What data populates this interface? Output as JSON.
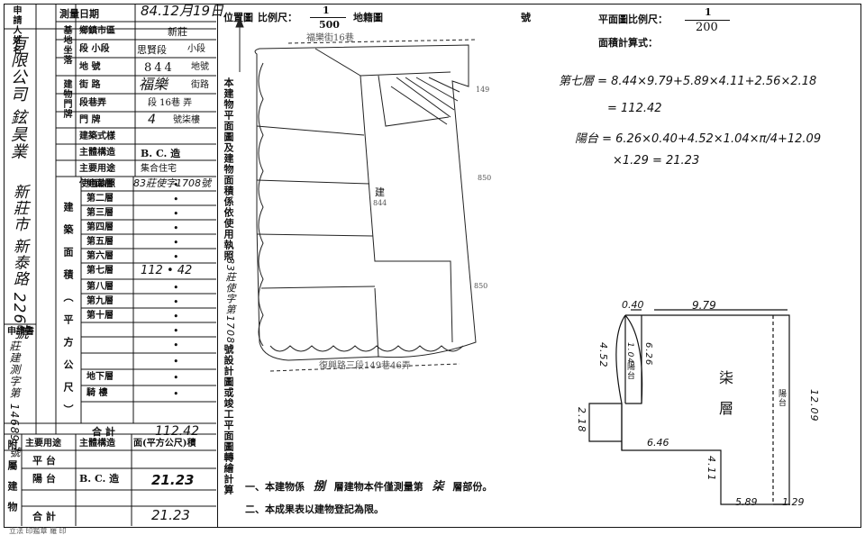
{
  "header": {
    "applicant_label": "申請人姓名",
    "survey_date_label": "測量日期",
    "survey_date_value": "84.12月19日",
    "location_map_label": "位置圖",
    "scale_label": "比例尺：",
    "scale_num": "1",
    "scale_den": "500",
    "cadastral_label": "地籍圖",
    "number_label": "號",
    "floor_plan_scale_label": "平面圖比例尺：",
    "floor_plan_scale_num": "1",
    "floor_plan_scale_den": "200",
    "area_calc_label": "面積計算式："
  },
  "applicant": {
    "name": "有限公司 鉉昊業",
    "address": "新莊市 新泰路 226號"
  },
  "base_location": {
    "group_label": "基地坐落",
    "township_label": "鄉鎮市區",
    "township_value": "新莊",
    "section_label": "段 小段",
    "section_value": "思賢段",
    "subsection_label": "小段",
    "parcel_label": "地 號",
    "parcel_value": "844",
    "parcel_suffix": "地號"
  },
  "building_door": {
    "group_label": "建物門牌",
    "street_label": "街 路",
    "street_value": "福樂",
    "street_suffix": "街路",
    "lane_label": "段巷弄",
    "lane_value": "段 16巷 弄",
    "number_label": "門 牌",
    "number_value": "4",
    "number_suffix": "號柒樓"
  },
  "building_info": {
    "style_label": "建築式樣",
    "structure_label": "主體構造",
    "structure_value": "B. C. 造",
    "use_label": "主要用途",
    "use_value": "集合住宅",
    "license_label": "使用執照",
    "license_value": "83莊使字1708號"
  },
  "floor_area": {
    "group_label": "建築面積（平方公尺）",
    "floors": [
      {
        "label": "地面層",
        "value": "•"
      },
      {
        "label": "第二層",
        "value": "•"
      },
      {
        "label": "第三層",
        "value": "•"
      },
      {
        "label": "第四層",
        "value": "•"
      },
      {
        "label": "第五層",
        "value": "•"
      },
      {
        "label": "第六層",
        "value": "•"
      },
      {
        "label": "第七層",
        "value": "112 • 42"
      },
      {
        "label": "第八層",
        "value": "•"
      },
      {
        "label": "第九層",
        "value": "•"
      },
      {
        "label": "第十層",
        "value": "•"
      },
      {
        "label": "",
        "value": "•"
      },
      {
        "label": "",
        "value": "•"
      },
      {
        "label": "",
        "value": "•"
      },
      {
        "label": "地下層",
        "value": "•"
      },
      {
        "label": "騎 樓",
        "value": "•"
      }
    ],
    "total_label": "合 計",
    "total_value": "112.42"
  },
  "application": {
    "label": "申請書",
    "number": "莊建測字第 14689 號"
  },
  "annex": {
    "group_label": "附屬建物",
    "use_header": "主要用途",
    "structure_header": "主體構造",
    "area_header": "面(平方公尺)積",
    "rows": [
      {
        "use": "平 台",
        "structure": "",
        "area": ""
      },
      {
        "use": "陽 台",
        "structure": "B. C. 造",
        "area": "21.23"
      },
      {
        "use": "",
        "structure": "",
        "area": ""
      }
    ],
    "total_label": "合 計",
    "total_value": "21.23"
  },
  "side_notes": {
    "vertical_note_1": "本建物平面圖及建物面積係依使用執照",
    "license_handwritten": "83莊使字第1708",
    "vertical_note_2": "號設計圖或竣工平面圖轉繪計算"
  },
  "location_map": {
    "building_label": "建",
    "building_number": "844",
    "road_top": "福樂街16巷",
    "road_bottom": "復興路三段149巷46弄",
    "num_149": "149",
    "num_850_top": "850",
    "num_850_bottom": "850"
  },
  "calculation": {
    "seventh_floor": "第七層 = 8.44×9.79+5.89×4.11+2.56×2.18",
    "seventh_result": "= 112.42",
    "balcony": "陽台 = 6.26×0.40+4.52×1.04×π/4+12.09",
    "balcony_cont": "×1.29 = 21.23"
  },
  "floor_plan": {
    "floor_label": "柒",
    "floor_suffix": "層",
    "balcony_label_left": "陽台",
    "balcony_label_right": "陽台",
    "dims": {
      "top_small": "0.40",
      "top": "9.79",
      "left_vertical": "4.52",
      "inner_vertical": "1.04",
      "inner_vertical_2": "6.26",
      "left_step": "2.18",
      "bottom_left": "6.46",
      "bottom_vertical": "4.11",
      "bottom": "5.89",
      "bottom_right": "1.29",
      "right_vertical": "12.09"
    }
  },
  "notes": {
    "note1_prefix": "一、本建物係",
    "note1_total_floors": "捌",
    "note1_mid": "層建物本件僅測量第",
    "note1_floor": "柒",
    "note1_suffix": "層部份。",
    "note2": "二、本成果表以建物登記為限。"
  },
  "footer": {
    "text": "立法 印鑑章 羅 印"
  }
}
